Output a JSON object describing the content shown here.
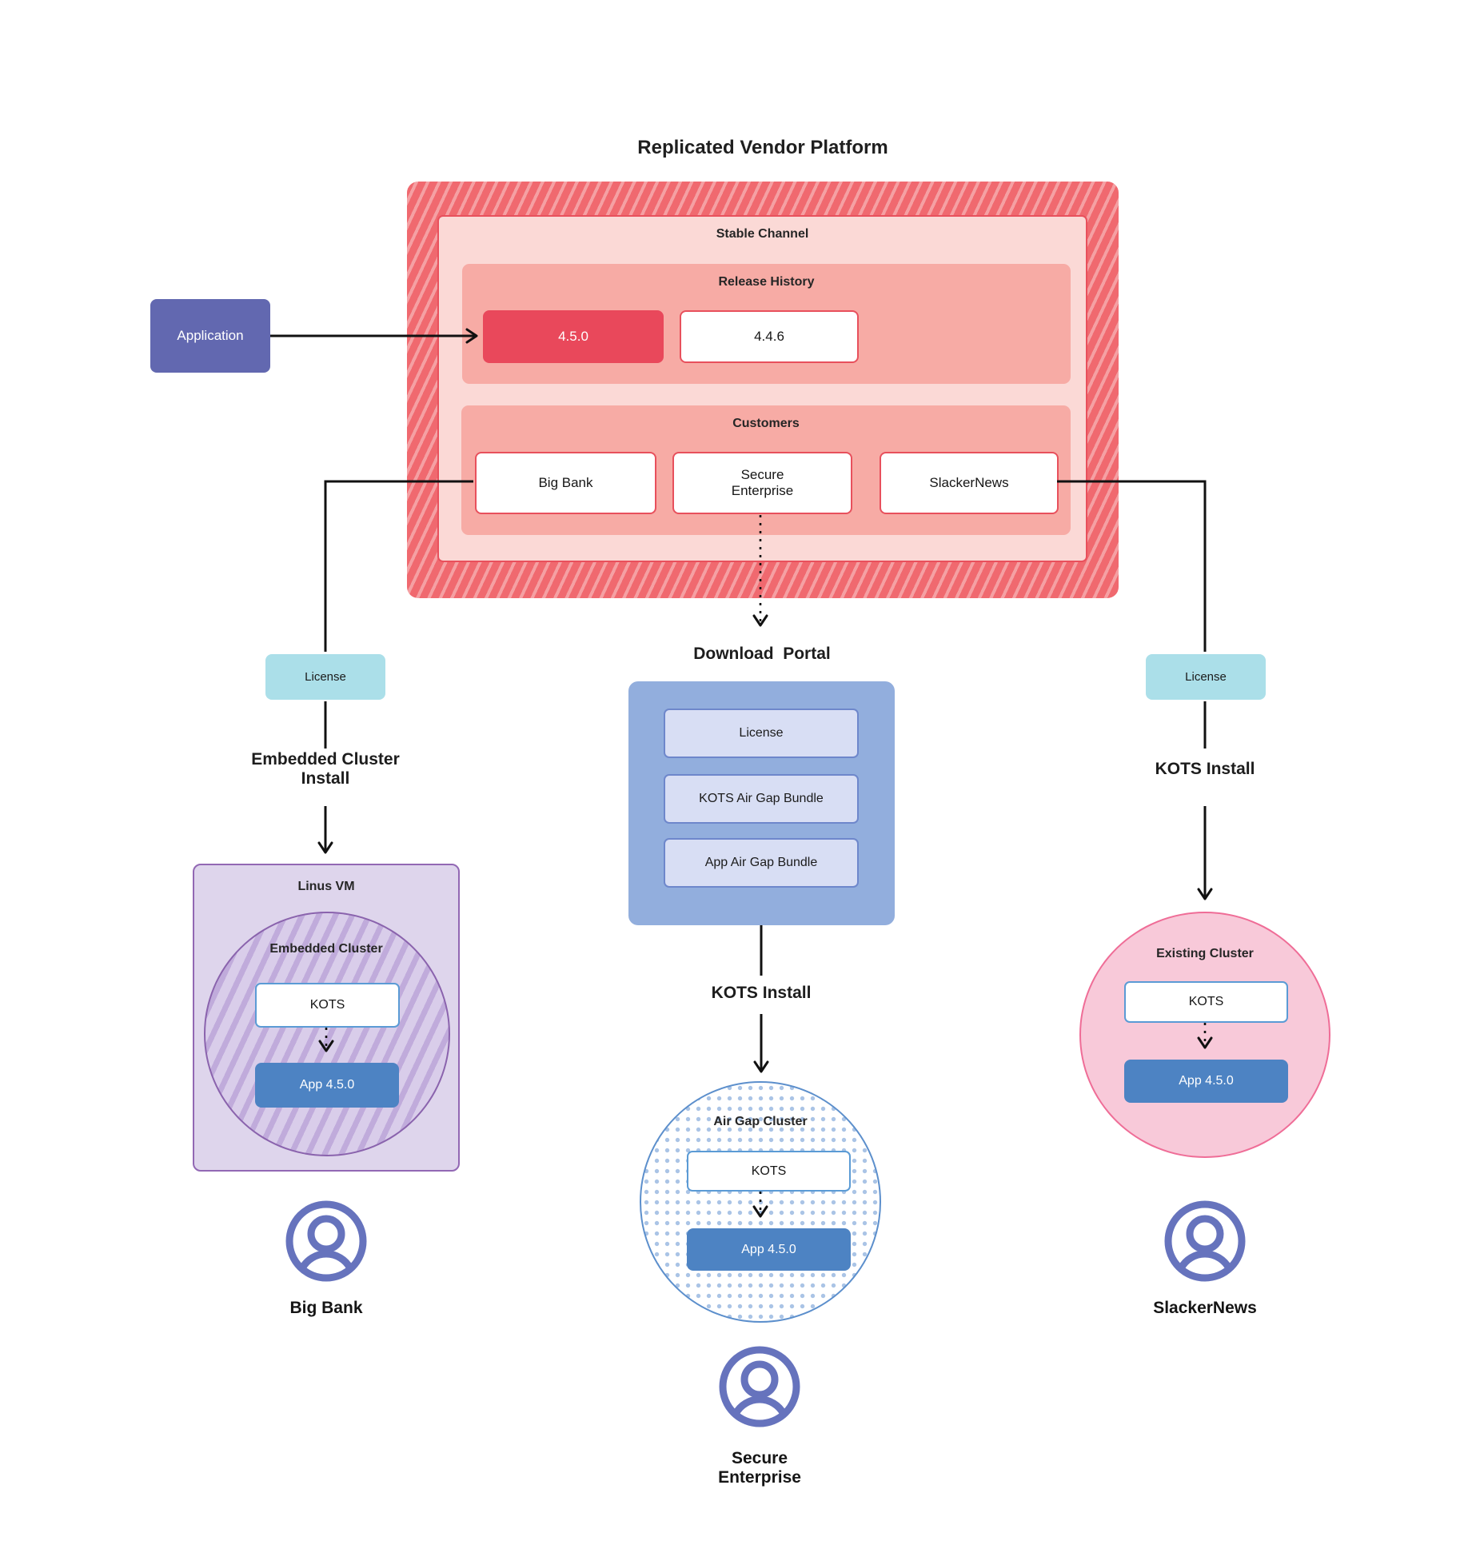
{
  "title": "Replicated Vendor Platform",
  "colors": {
    "red_hatch_base": "#f0696f",
    "red_hatch_stripe": "#f5a0a3",
    "red_border": "#e8505c",
    "pink_panel": "#fbd9d6",
    "salmon_panel": "#f7aba5",
    "release_current": "#e9485b",
    "application_purple": "#6268b0",
    "license_teal": "#abdfe9",
    "portal_blue": "#92aedd",
    "portal_item": "#d8def4",
    "portal_item_border": "#6e87cb",
    "app_blue": "#4d83c3",
    "kots_border": "#5b9bd5",
    "vm_purple": "#ded5ec",
    "vm_border": "#9268b4",
    "cluster_fill": "#d9cdea",
    "cluster_hatch": "#c0abdb",
    "airgap_border": "#5c8fcc",
    "airgap_dot": "#aac4e6",
    "existing_fill": "#f8c9d9",
    "existing_border": "#ef6d97",
    "person_purple": "#6673bd"
  },
  "platform": {
    "stable_channel": {
      "label": "Stable Channel",
      "release_history": {
        "label": "Release History",
        "releases": [
          {
            "version": "4.5.0",
            "state": "current"
          },
          {
            "version": "4.4.6",
            "state": "previous"
          }
        ]
      },
      "customers": {
        "label": "Customers",
        "items": [
          {
            "name": "Big Bank"
          },
          {
            "name": "Secure Enterprise"
          },
          {
            "name": "SlackerNews"
          }
        ]
      }
    }
  },
  "application": {
    "label": "Application"
  },
  "flows": {
    "license_left": "License",
    "license_right": "License",
    "embedded_install": "Embedded Cluster Install",
    "download_portal": "Download  Portal",
    "kots_install_mid": "KOTS Install",
    "kots_install_right": "KOTS Install"
  },
  "download_portal": {
    "items": [
      {
        "label": "License"
      },
      {
        "label": "KOTS Air Gap Bundle"
      },
      {
        "label": "App Air Gap Bundle"
      }
    ]
  },
  "clusters": {
    "embedded": {
      "vm_label": "Linus VM",
      "cluster_label": "Embedded Cluster",
      "kots_label": "KOTS",
      "app_label": "App 4.5.0"
    },
    "airgap": {
      "cluster_label": "Air Gap Cluster",
      "kots_label": "KOTS",
      "app_label": "App 4.5.0"
    },
    "existing": {
      "cluster_label": "Existing Cluster",
      "kots_label": "KOTS",
      "app_label": "App 4.5.0"
    }
  },
  "personas": [
    {
      "name": "Big Bank"
    },
    {
      "name": "Secure Enterprise"
    },
    {
      "name": "SlackerNews"
    }
  ]
}
